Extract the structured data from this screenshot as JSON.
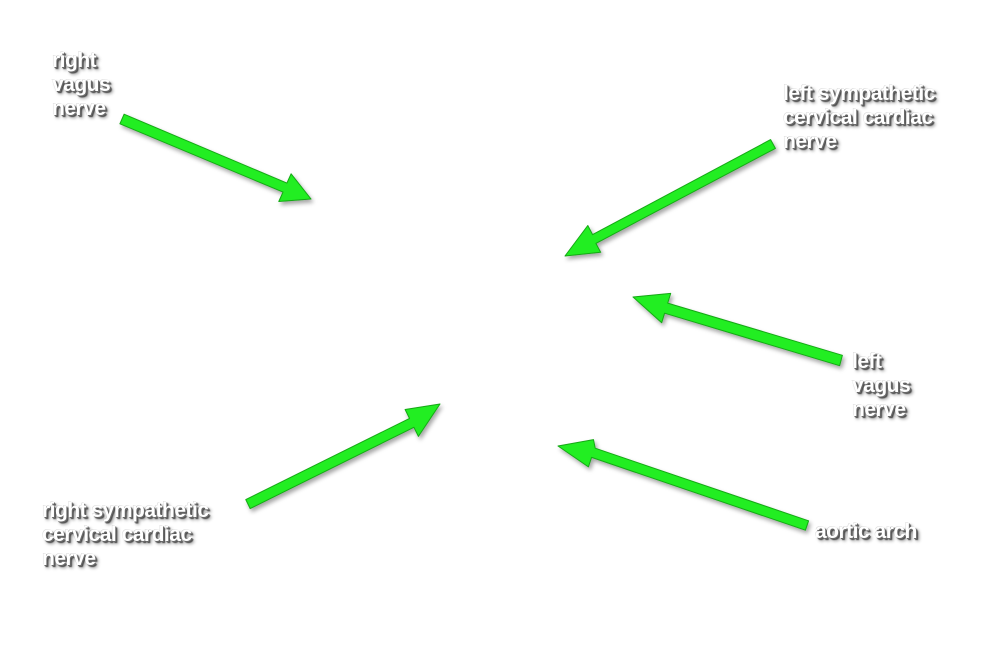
{
  "diagram": {
    "colors": {
      "arrow": "#22ee22",
      "arrow_outline": "#119911",
      "label_text": "#ffffff",
      "label_shadow": "#4a4a4a"
    },
    "labels": {
      "right_vagus_nerve": "right\nvagus\nnerve",
      "left_sympathetic_cervical_cardiac_nerve": "left sympathetic\ncervical cardiac\nnerve",
      "left_vagus_nerve": "left\nvagus\nnerve",
      "right_sympathetic_cervical_cardiac_nerve": "right sympathetic\ncervical cardiac\nnerve",
      "aortic_arch": "aortic arch"
    }
  }
}
